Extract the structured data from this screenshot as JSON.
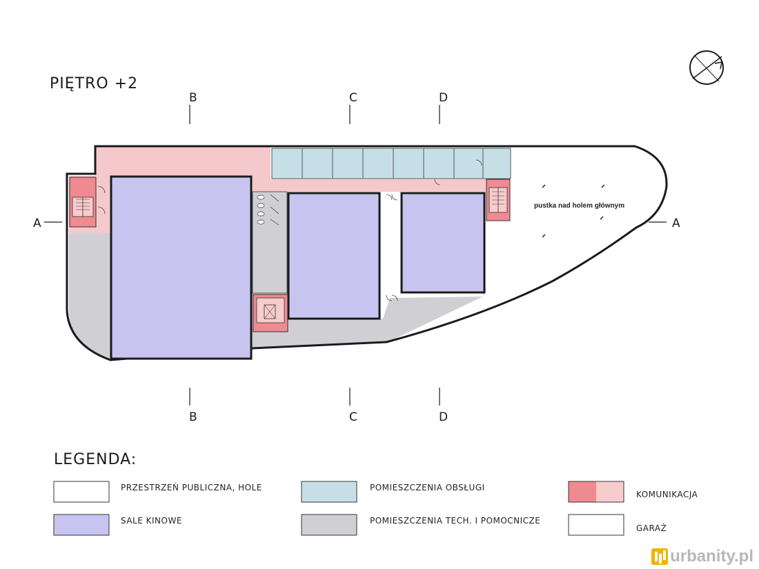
{
  "title": "PIĘTRO +2",
  "void_label": "pustka nad holem głównym",
  "sections": {
    "a_left": "A",
    "a_right": "A",
    "b_top": "B",
    "b_bottom": "B",
    "c_top": "C",
    "c_bottom": "C",
    "d_top": "D",
    "d_bottom": "D"
  },
  "legend": {
    "heading": "LEGENDA:",
    "items": [
      {
        "label": "PRZESTRZEŃ PUBLICZNA, HOLE",
        "color": "#ffffff"
      },
      {
        "label": "SALE KINOWE",
        "color": "#c8c4f0"
      },
      {
        "label": "POMIESZCZENIA OBSŁUGI",
        "color": "#c6dfe6"
      },
      {
        "label": "POMIESZCZENIA TECH. I POMOCNICZE",
        "color": "#cfcfd4"
      },
      {
        "label": "KOMUNIKACJA",
        "colors": [
          "#ef8a90",
          "#f7cccc"
        ]
      },
      {
        "label": "GARAŻ",
        "color": "#ffffff"
      }
    ]
  },
  "colors": {
    "public": "#f5c9cc",
    "cinema": "#c8c4f0",
    "service": "#c6dfe6",
    "tech": "#cfcfd4",
    "communication": "#ef8a90",
    "wall": "#1a1a1a"
  },
  "watermark": "urbanity.pl"
}
